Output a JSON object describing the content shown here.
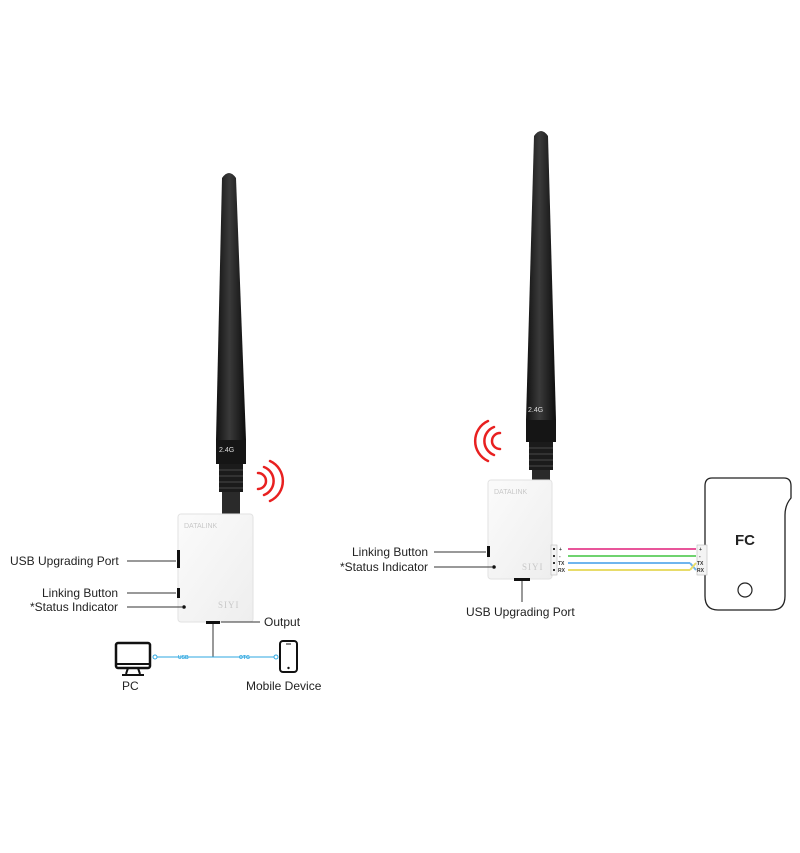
{
  "left_module": {
    "band": "2.4G",
    "brand_top": "DATALINK",
    "brand_bottom": "SIYI",
    "labels": {
      "usb_port": "USB Upgrading Port",
      "linking_button": "Linking Button",
      "status_indicator": "*Status Indicator",
      "output": "Output",
      "pc": "PC",
      "mobile": "Mobile Device",
      "usb_link": "USB",
      "otg_link": "OTG"
    }
  },
  "right_module": {
    "band": "2.4G",
    "brand_top": "DATALINK",
    "brand_bottom": "SIYI",
    "labels": {
      "linking_button": "Linking Button",
      "status_indicator": "*Status Indicator",
      "usb_port": "USB Upgrading Port"
    },
    "pins": [
      {
        "label": "+",
        "color": "#e8559a"
      },
      {
        "label": "-",
        "color": "#6fd36f"
      },
      {
        "label": "TX",
        "color": "#6fb5ee"
      },
      {
        "label": "RX",
        "color": "#e8dc6a"
      }
    ]
  },
  "fc": {
    "label": "FC",
    "pins": [
      "+",
      "-",
      "TX",
      "RX"
    ]
  },
  "colors": {
    "signal": "#e82020",
    "link_line": "#2ea7e0"
  }
}
